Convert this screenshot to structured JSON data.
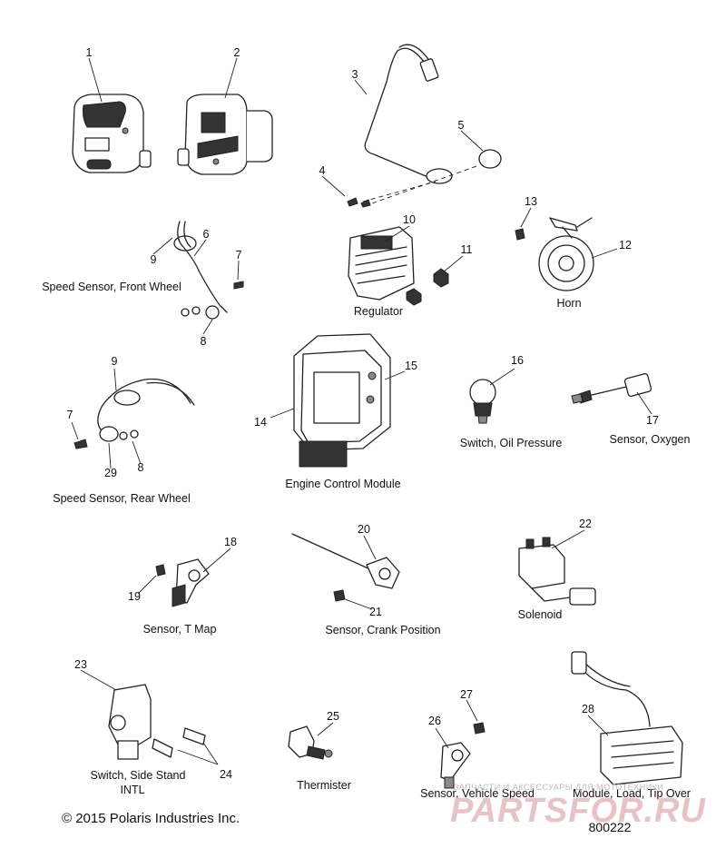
{
  "callouts": {
    "c1": "1",
    "c2": "2",
    "c3": "3",
    "c4": "4",
    "c5": "5",
    "c6": "6",
    "c7a": "7",
    "c8a": "8",
    "c9a": "9",
    "c10": "10",
    "c11": "11",
    "c12": "12",
    "c13": "13",
    "c14": "14",
    "c15": "15",
    "c16": "16",
    "c17": "17",
    "c9b": "9",
    "c7b": "7",
    "c29": "29",
    "c8b": "8",
    "c18": "18",
    "c19": "19",
    "c20": "20",
    "c21": "21",
    "c22": "22",
    "c23": "23",
    "c24": "24",
    "c25": "25",
    "c26": "26",
    "c27": "27",
    "c28": "28"
  },
  "labels": {
    "speed_sensor_front": "Speed Sensor, Front Wheel",
    "regulator": "Regulator",
    "horn": "Horn",
    "switch_oil_pressure": "Switch, Oil Pressure",
    "sensor_oxygen": "Sensor, Oxygen",
    "engine_control_module": "Engine Control Module",
    "speed_sensor_rear": "Speed Sensor, Rear Wheel",
    "sensor_t_map": "Sensor, T Map",
    "sensor_crank_position": "Sensor, Crank Position",
    "solenoid": "Solenoid",
    "switch_side_stand": "Switch, Side Stand",
    "intl": "INTL",
    "thermister": "Thermister",
    "sensor_vehicle_speed": "Sensor, Vehicle Speed",
    "module_load_tip_over": "Module, Load, Tip Over"
  },
  "footer": {
    "copyright": "© 2015 Polaris Industries Inc.",
    "part_number": "800222"
  },
  "watermark": {
    "text": "PARTSFOR.RU",
    "subtext": "ЗАПЧАСТИ И АКСЕССУАРЫ ДЛЯ МОТОТЕХНИКИ"
  }
}
